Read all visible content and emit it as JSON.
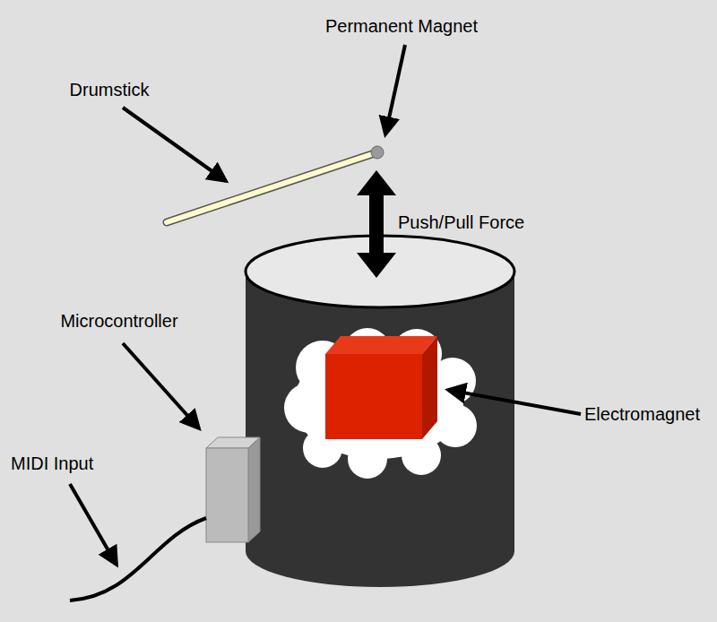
{
  "diagram": {
    "labels": [
      "Permanent Magnet",
      "Drumstick",
      "Push/Pull Force",
      "Microcontroller",
      "Electromagnet",
      "MIDI Input"
    ]
  }
}
